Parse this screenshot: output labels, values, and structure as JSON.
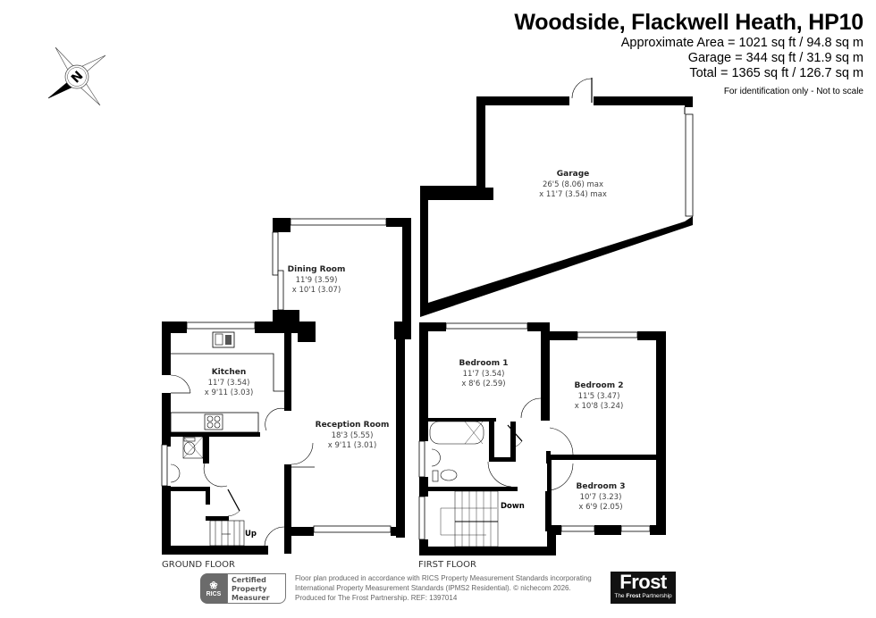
{
  "header": {
    "title": "Woodside, Flackwell Heath, HP10",
    "approximate_area": "Approximate Area = 1021 sq ft / 94.8 sq m",
    "garage_area": "Garage = 344 sq ft / 31.9 sq m",
    "total_area": "Total = 1365 sq ft / 126.7 sq m",
    "disclaimer": "For identification only - Not to scale"
  },
  "compass": {
    "icon": "compass-north-icon",
    "letter": "N"
  },
  "rooms": {
    "garage": {
      "name": "Garage",
      "dim1": "26'5 (8.06) max",
      "dim2": "x 11'7 (3.54) max"
    },
    "dining_room": {
      "name": "Dining Room",
      "dim1": "11'9 (3.59)",
      "dim2": "x 10'1 (3.07)"
    },
    "kitchen": {
      "name": "Kitchen",
      "dim1": "11'7 (3.54)",
      "dim2": "x 9'11 (3.03)"
    },
    "reception_room": {
      "name": "Reception Room",
      "dim1": "18'3 (5.55)",
      "dim2": "x 9'11 (3.01)"
    },
    "bedroom_1": {
      "name": "Bedroom 1",
      "dim1": "11'7 (3.54)",
      "dim2": "x 8'6 (2.59)"
    },
    "bedroom_2": {
      "name": "Bedroom 2",
      "dim1": "11'5 (3.47)",
      "dim2": "x 10'8 (3.24)"
    },
    "bedroom_3": {
      "name": "Bedroom 3",
      "dim1": "10'7 (3.23)",
      "dim2": "x 6'9 (2.05)"
    }
  },
  "stairs": {
    "up_label": "Up",
    "down_label": "Down"
  },
  "floors": {
    "ground": "GROUND FLOOR",
    "first": "FIRST FLOOR"
  },
  "footer": {
    "rics_badge": "RICS",
    "rics_cert_line1": "Certified",
    "rics_cert_line2": "Property",
    "rics_cert_line3": "Measurer",
    "text_line1": "Floor plan produced in accordance with RICS Property Measurement Standards incorporating",
    "text_line2": "International Property Measurement Standards (IPMS2 Residential).  © nichecom 2026.",
    "text_line3": "Produced for The Frost Partnership.   REF:  1397014",
    "logo_big": "Frost",
    "logo_small_pre": "The ",
    "logo_small_bold": "Frost",
    "logo_small_post": " Partnership"
  }
}
